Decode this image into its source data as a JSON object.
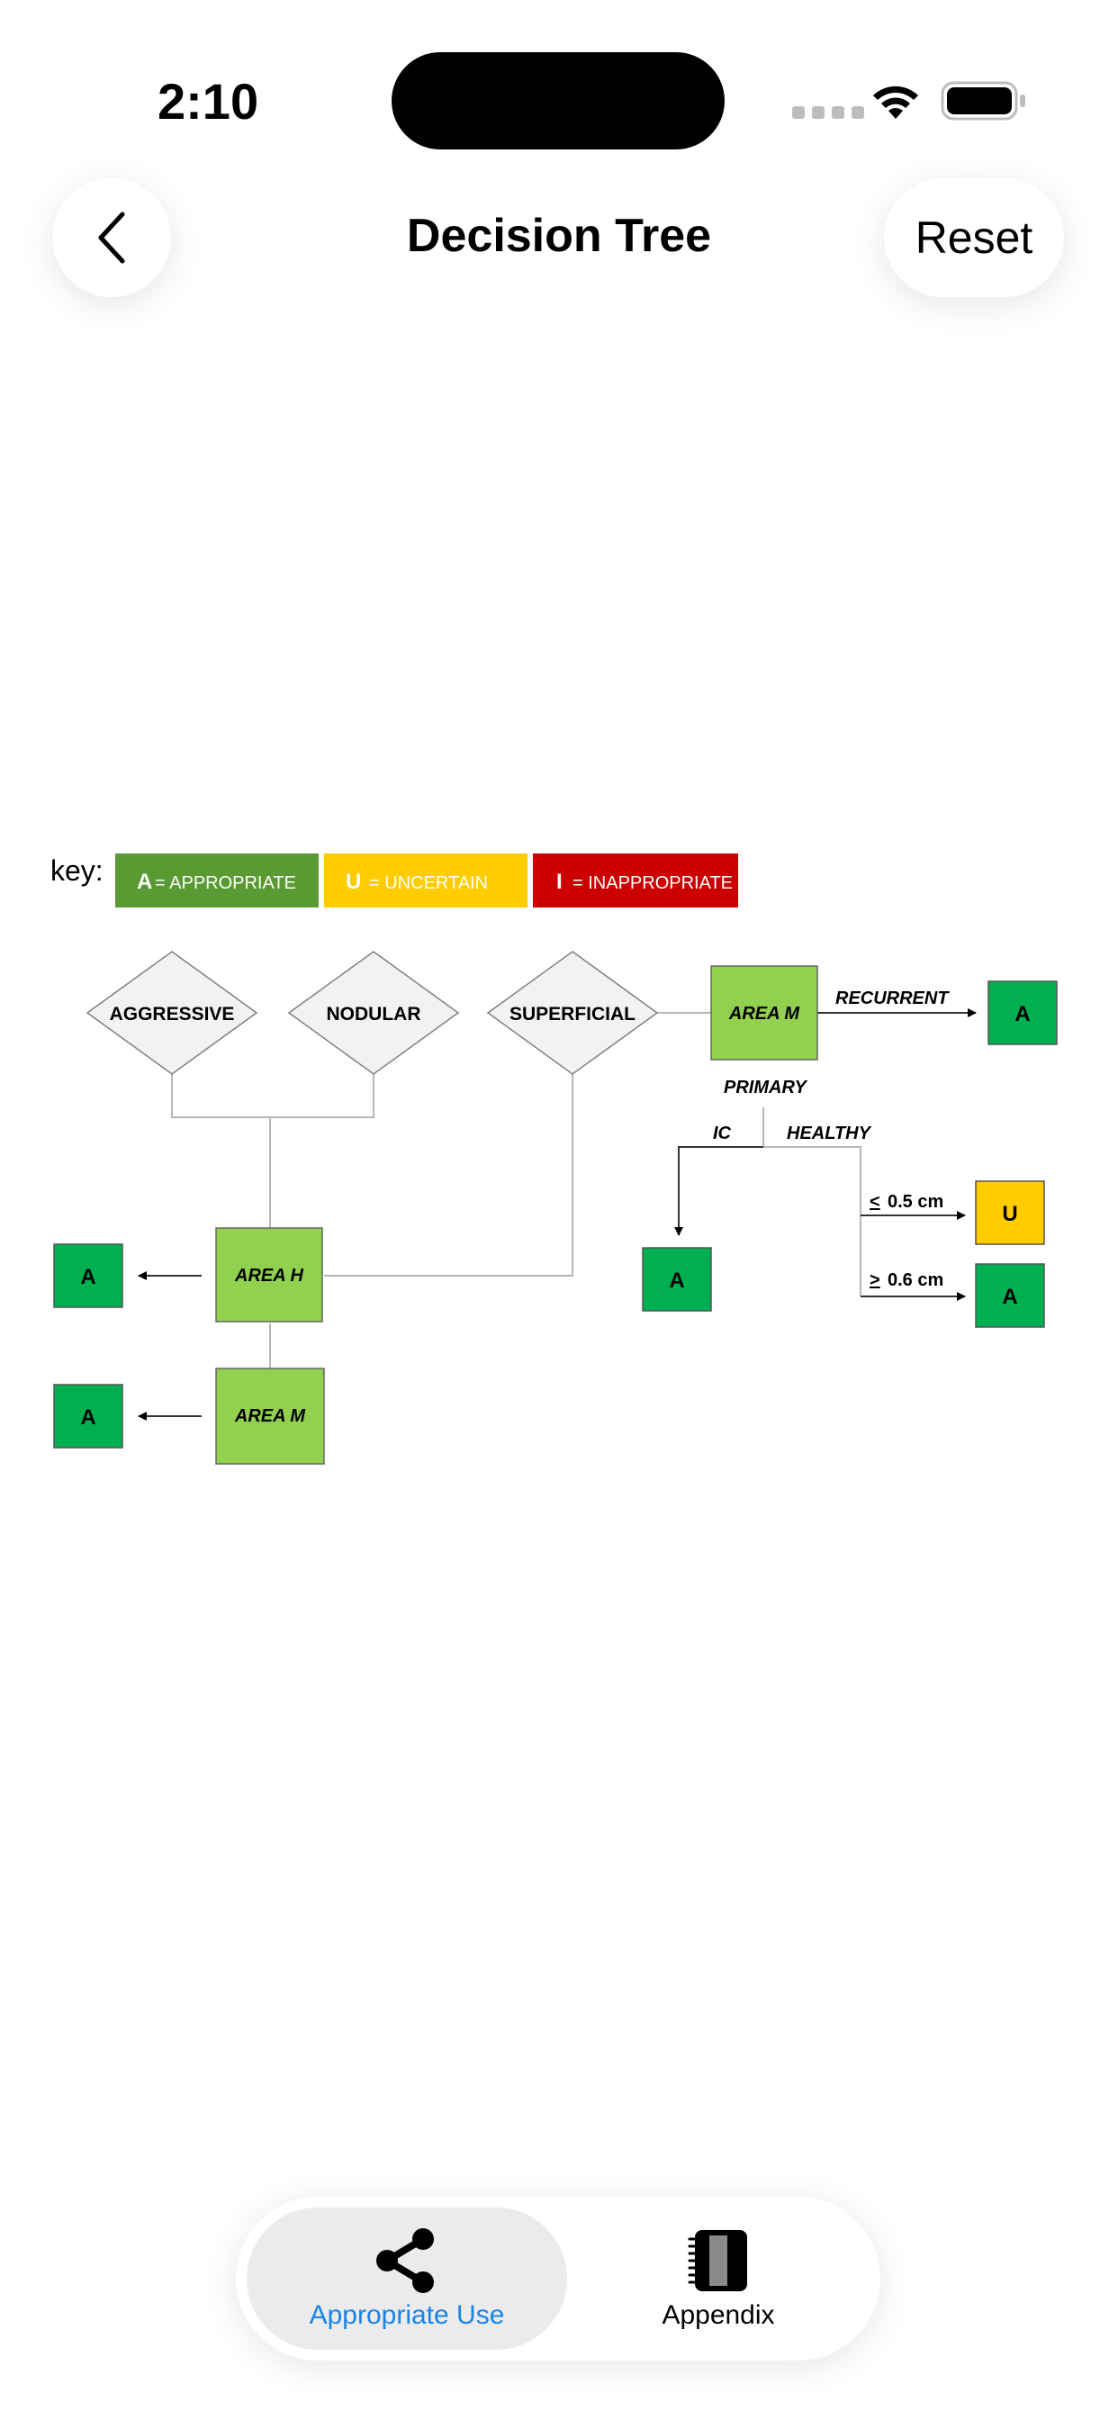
{
  "status_bar": {
    "time": "2:10"
  },
  "nav": {
    "title": "Decision Tree",
    "reset_label": "Reset",
    "back_icon": "chevron-left-icon"
  },
  "diagram": {
    "key_label": "key:",
    "legend": [
      {
        "letter": "A",
        "text": "= APPROPRIATE",
        "color": "#5a9a32"
      },
      {
        "letter": "U",
        "text": "= UNCERTAIN",
        "color": "#ffcc00"
      },
      {
        "letter": "I",
        "text": "= INAPPROPRIATE",
        "color": "#cc0000"
      }
    ],
    "diamonds": [
      "AGGRESSIVE",
      "NODULAR",
      "SUPERFICIAL"
    ],
    "area_h": "AREA H",
    "area_m": "AREA M",
    "recurrent": "RECURRENT",
    "primary": "PRIMARY",
    "ic": "IC",
    "healthy": "HEALTHY",
    "le_05": "0.5 cm",
    "ge_06": "0.6 cm",
    "le_symbol": "<",
    "ge_symbol": ">",
    "result_a": "A",
    "result_u": "U",
    "colors": {
      "area_green": "#92d050",
      "result_green": "#00b050",
      "result_yellow": "#ffcc00",
      "diamond_fill": "#f2f2f2"
    }
  },
  "tabs": [
    {
      "label": "Appropriate Use",
      "icon": "share-icon",
      "active": true
    },
    {
      "label": "Appendix",
      "icon": "notebook-icon",
      "active": false
    }
  ]
}
